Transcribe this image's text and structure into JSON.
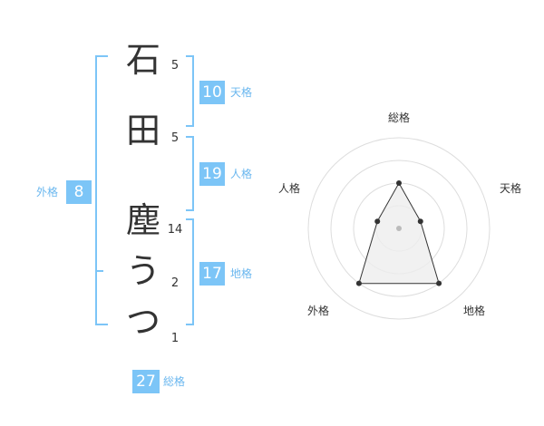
{
  "name": {
    "chars": [
      {
        "char": "石",
        "strokes": "5"
      },
      {
        "char": "田",
        "strokes": "5"
      },
      {
        "char": "塵",
        "strokes": "14"
      },
      {
        "char": "う",
        "strokes": "2"
      },
      {
        "char": "つ",
        "strokes": "1"
      }
    ]
  },
  "kakusu": {
    "tenkaku": {
      "value": "10",
      "label": "天格"
    },
    "jinkaku": {
      "value": "19",
      "label": "人格"
    },
    "chikaku": {
      "value": "17",
      "label": "地格"
    },
    "gaikaku": {
      "value": "8",
      "label": "外格"
    },
    "soukaku": {
      "value": "27",
      "label": "総格"
    }
  },
  "radar": {
    "labels": {
      "soukaku": "総格",
      "tenkaku": "天格",
      "chikaku": "地格",
      "gaikaku": "外格",
      "jinkaku": "人格"
    },
    "rings": 4,
    "levels": {
      "soukaku": 0.5,
      "tenkaku": 0.25,
      "chikaku": 0.75,
      "gaikaku": 0.75,
      "jinkaku": 0.25
    },
    "colors": {
      "ring": "#dddddd",
      "fill": "#eeeeee",
      "line": "#333333",
      "point": "#333333",
      "center": "#bbbbbb"
    }
  },
  "colors": {
    "bracket": "#7cc5f7",
    "badge": "#7cc5f7",
    "badge_text": "#ffffff",
    "label": "#6ab7ef"
  }
}
